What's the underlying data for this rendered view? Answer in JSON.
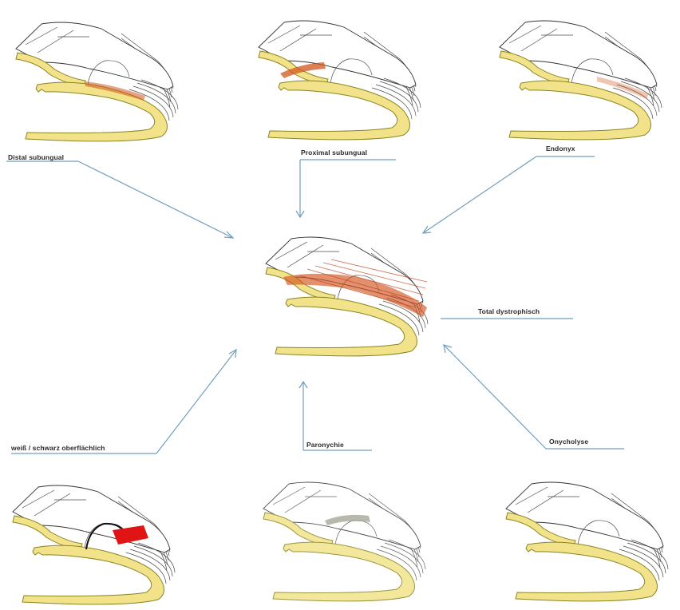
{
  "colors": {
    "bed_fill": "#f2e38a",
    "bed_fill_pale": "#f7ef9a",
    "infection": "#d2551e",
    "superficial_patch": "#e01414",
    "connector": "#6f9fbf"
  },
  "diagram": {
    "types": {
      "dso": "Distal subungual",
      "pso": "Proximal subungual",
      "endonyx": "Endonyx",
      "tdo": "Total dystrophisch",
      "wso": "weiß / schwarz oberflächlich",
      "paronychia": "Paronychie",
      "onycholysis": "Onycholyse"
    }
  }
}
